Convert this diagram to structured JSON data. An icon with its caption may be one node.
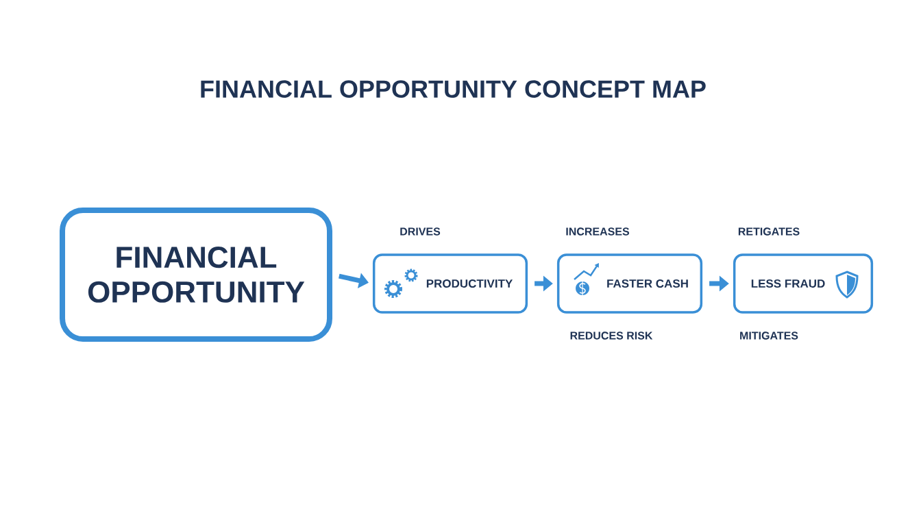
{
  "diagram": {
    "title": "FINANCIAL OPPORTUNITY CONCEPT MAP",
    "nodes": [
      {
        "text": [
          "FINANCIAL OPPORTUNITY"
        ]
      },
      {
        "text": [
          "PRODUCTIVITY"
        ]
      },
      {
        "text": [
          "FASTER CASH"
        ]
      },
      {
        "text": [
          "LESS FRAUD"
        ]
      }
    ],
    "edges": [
      {
        "from": 0,
        "to": 1,
        "arrow": "to"
      },
      {
        "from": 1,
        "to": 2,
        "arrow": "to"
      },
      {
        "from": 2,
        "to": 3,
        "arrow": "to"
      }
    ],
    "labels": [
      "DRIVES",
      "INCREASES",
      "RETIGATES",
      "REDUCES RISK",
      "MITIGATES"
    ]
  }
}
